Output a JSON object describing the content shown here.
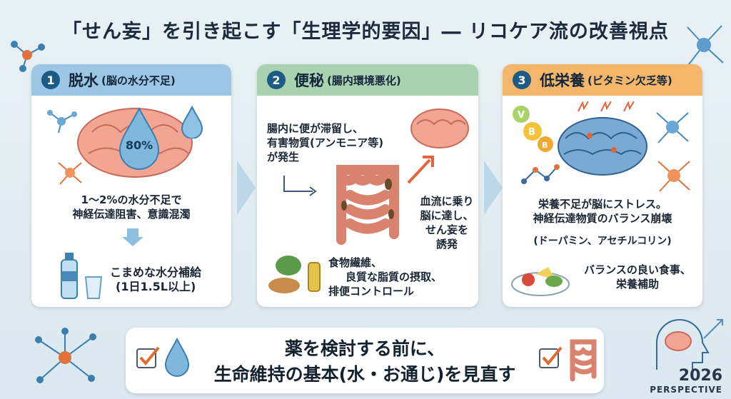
{
  "title": "「せん妄」を引き起こす「生理学的要因」― リコケア流の改善視点",
  "cards": [
    {
      "num": "1",
      "heading": "脱水",
      "sub": "(脳の水分不足)",
      "drop_label": "80%",
      "desc": [
        "1〜2%の水分不足で",
        "神経伝達阻害、意識混濁"
      ],
      "action": [
        "こまめな水分補給",
        "(1日1.5L以上)"
      ]
    },
    {
      "num": "2",
      "heading": "便秘",
      "sub": "(腸内環境悪化)",
      "desc": [
        "腸内に便が滞留し、",
        "有害物質(アンモニア等)",
        "が発生"
      ],
      "flow": [
        "血流に乗り",
        "脳に達し、",
        "せん妄を",
        "誘発"
      ],
      "action": [
        "食物繊維、",
        "良質な脂質の摂取、",
        "排便コントロール"
      ]
    },
    {
      "num": "3",
      "heading": "低栄養",
      "sub": "(ビタミン欠乏等)",
      "vitamin_labels": [
        "V",
        "B",
        "B"
      ],
      "desc": [
        "栄養不足が脳にストレス。",
        "神経伝達物質のバランス崩壊"
      ],
      "desc2": "(ドーパミン、アセチルコリン)",
      "action": [
        "バランスの良い食事、",
        "栄養補助"
      ]
    }
  ],
  "bottom": {
    "line1": "薬を検討する前に、",
    "line2": "生命維持の基本(水・お通じ)を見直す"
  },
  "badge": {
    "year": "2026",
    "label": "PERSPECTIVE"
  },
  "colors": {
    "accent": "#1e5a86",
    "card1": "#9cc6e4",
    "card2": "#a9d2b0",
    "card3": "#f4b66b",
    "check": "#e06a2c"
  }
}
